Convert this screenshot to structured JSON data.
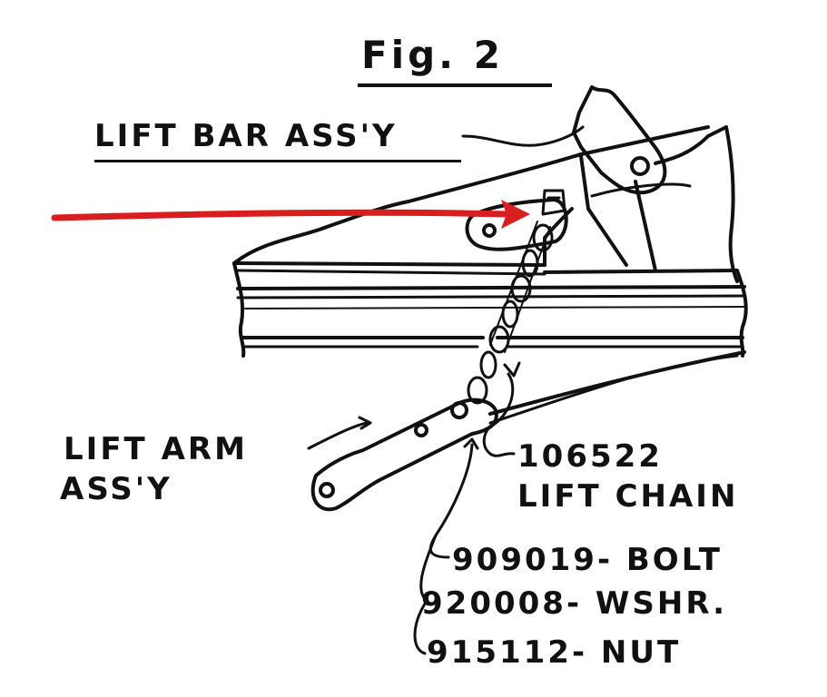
{
  "figure": {
    "title": "Fig. 2",
    "colors": {
      "ink": "#111111",
      "arrow": "#d81e1e",
      "background": "#ffffff"
    }
  },
  "labels": {
    "lift_bar": "LIFT BAR ASS'Y",
    "lift_arm_line1": "LIFT ARM",
    "lift_arm_line2": "ASS'Y",
    "lift_chain_number": "106522",
    "lift_chain_name": "LIFT CHAIN",
    "bolt": "909019- BOLT",
    "washer": "920008- WSHR.",
    "nut": "915112- NUT"
  }
}
